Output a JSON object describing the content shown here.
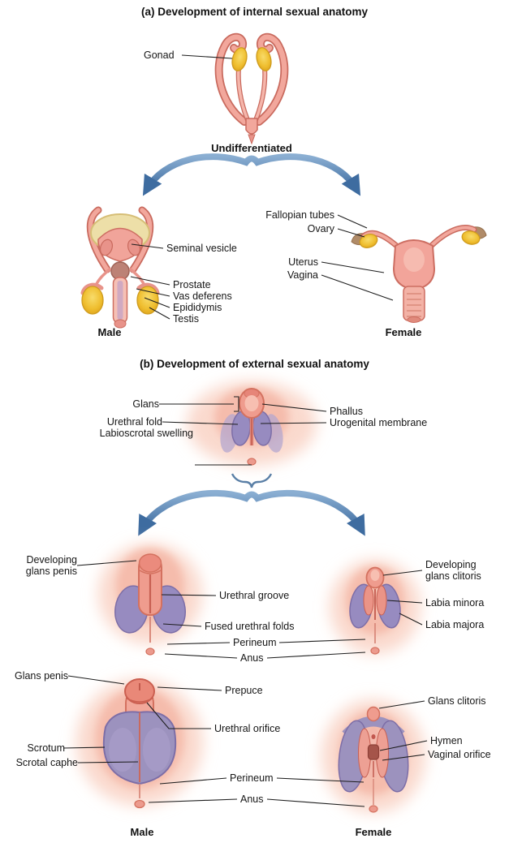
{
  "colors": {
    "skin": "#EF9C8E",
    "skin_light": "#F7BFB1",
    "outline_pink": "#D4715F",
    "purple": "#978BC0",
    "purple_dark": "#7D6EA7",
    "gonad_yellow": "#EFBE2F",
    "arrow_blue": "#3E6CA0",
    "leader_black": "#1d1d1d"
  },
  "sectionA": {
    "title": "(a) Development of internal sexual anatomy",
    "undifferentiated": {
      "gonad": "Gonad",
      "caption": "Undifferentiated"
    },
    "male": {
      "seminal_vesicle": "Seminal vesicle",
      "prostate": "Prostate",
      "vas_deferens": "Vas deferens",
      "epididymis": "Epididymis",
      "testis": "Testis",
      "caption": "Male"
    },
    "female": {
      "fallopian_tubes": "Fallopian tubes",
      "ovary": "Ovary",
      "uterus": "Uterus",
      "vagina": "Vagina",
      "caption": "Female"
    }
  },
  "sectionB": {
    "title": "(b) Development of external sexual anatomy",
    "undifferentiated": {
      "glans": "Glans",
      "urethral_fold": "Urethral fold",
      "labioscrotal_swelling": "Labioscrotal swelling",
      "phallus": "Phallus",
      "urogenital_membrane": "Urogenital membrane"
    },
    "developing": {
      "developing_glans_penis": "Developing glans penis",
      "urethral_groove": "Urethral groove",
      "fused_urethral_folds": "Fused urethral folds",
      "perineum": "Perineum",
      "anus": "Anus",
      "developing_glans_clitoris": "Developing glans clitoris",
      "labia_minora": "Labia minora",
      "labia_majora": "Labia majora"
    },
    "final": {
      "glans_penis": "Glans penis",
      "prepuce": "Prepuce",
      "urethral_orifice": "Urethral orifice",
      "scrotum": "Scrotum",
      "scrotal_caphe": "Scrotal caphe",
      "perineum": "Perineum",
      "anus": "Anus",
      "glans_clitoris": "Glans clitoris",
      "hymen": "Hymen",
      "vaginal_orifice": "Vaginal orifice",
      "male_caption": "Male",
      "female_caption": "Female"
    }
  }
}
